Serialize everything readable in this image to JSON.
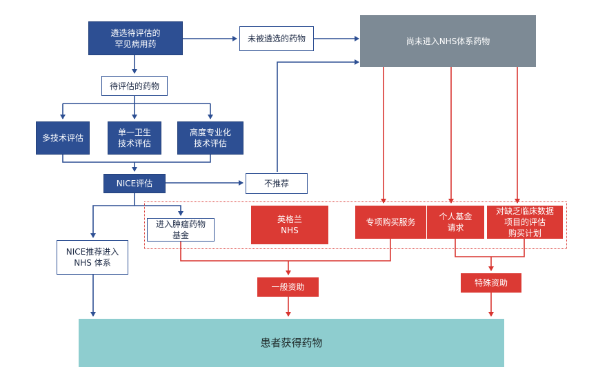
{
  "nodes": {
    "screen": "遴选待评估的\n罕见病用药",
    "not_selected": "未被遴选的药物",
    "not_in_nhs": "尚未进入NHS体系药物",
    "pending": "待评估的药物",
    "mta": "多技术评估",
    "sta": "单一卫生\n技术评估",
    "hst": "高度专业化\n技术评估",
    "nice": "NICE评估",
    "not_recommended": "不推荐",
    "cancer_fund": "进入肿瘤药物\n基金",
    "nhs_england": "英格兰\nNHS",
    "special_purchase": "专项购买服务",
    "individual_fund": "个人基金\n请求",
    "evaluation_plan": "对缺乏临床数据\n项目的评估\n购买计划",
    "nice_recommended": "NICE推荐进入\nNHS 体系",
    "general_funding": "一般资助",
    "special_funding": "特殊资助",
    "patients": "患者获得药物"
  },
  "colors": {
    "blue": "#2d4f93",
    "red": "#db3a34",
    "gray": "#7d8a95",
    "teal": "#8ecdcf"
  }
}
